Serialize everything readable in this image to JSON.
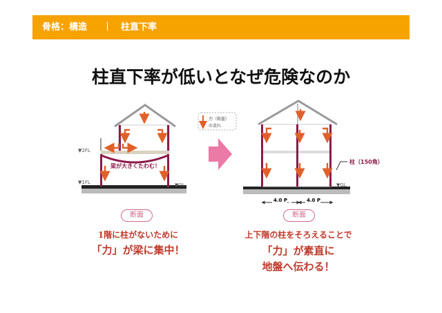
{
  "header": {
    "category": "骨格：構造",
    "separator": "｜",
    "topic": "柱直下率"
  },
  "title": "柱直下率が低いとなぜ危険なのか",
  "legend": {
    "line1": "力（鉛直）",
    "line2": "の流れ"
  },
  "left": {
    "level_2fl": "▼2FL",
    "level_1fl": "▼1FL",
    "level_gl": "▼GL",
    "beam_label": "梁が大きくたわむ！",
    "badge": "断面",
    "caption1": "1階に柱がないために",
    "caption2": "「力」が梁に集中！"
  },
  "right": {
    "level_gl": "▼GL",
    "column_label": "柱（150角）",
    "span1": "4.0 P",
    "span2": "4.0 P",
    "badge": "断面",
    "caption1": "上下階の柱をそろえることで",
    "caption2": "「力」が素直に",
    "caption3": "地盤へ伝わる！"
  },
  "colors": {
    "header": "#f6a300",
    "column": "#8b1a4a",
    "arrow": "#e0602a",
    "accent_arrow": "#ec7aa6",
    "caption": "#c0392b"
  }
}
